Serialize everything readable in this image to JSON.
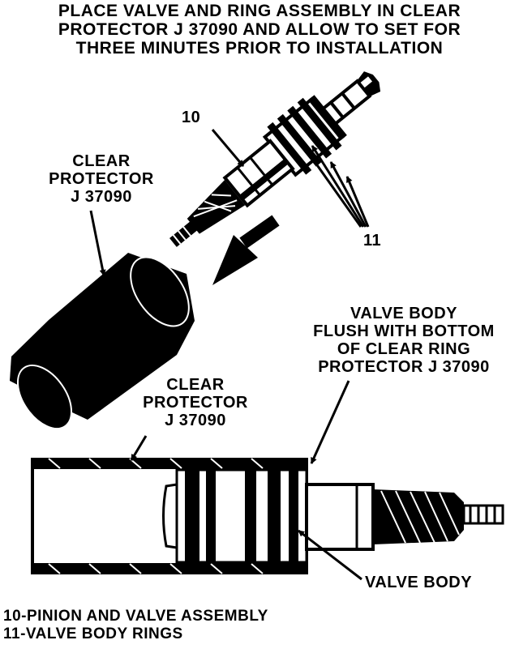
{
  "title_lines": [
    "PLACE VALVE AND RING ASSEMBLY IN CLEAR",
    "PROTECTOR J 37090 AND ALLOW TO SET FOR",
    "THREE MINUTES PRIOR TO INSTALLATION"
  ],
  "callouts": {
    "num_10": "10",
    "num_11": "11",
    "protector_top": [
      "CLEAR",
      "PROTECTOR",
      "J 37090"
    ],
    "protector_bottom": [
      "CLEAR",
      "PROTECTOR",
      "J 37090"
    ],
    "valve_flush": [
      "VALVE BODY",
      "FLUSH WITH BOTTOM",
      "OF CLEAR RING",
      "PROTECTOR J 37090"
    ],
    "valve_body": "VALVE BODY"
  },
  "legend": [
    "10-PINION AND VALVE ASSEMBLY",
    "11-VALVE BODY RINGS"
  ]
}
